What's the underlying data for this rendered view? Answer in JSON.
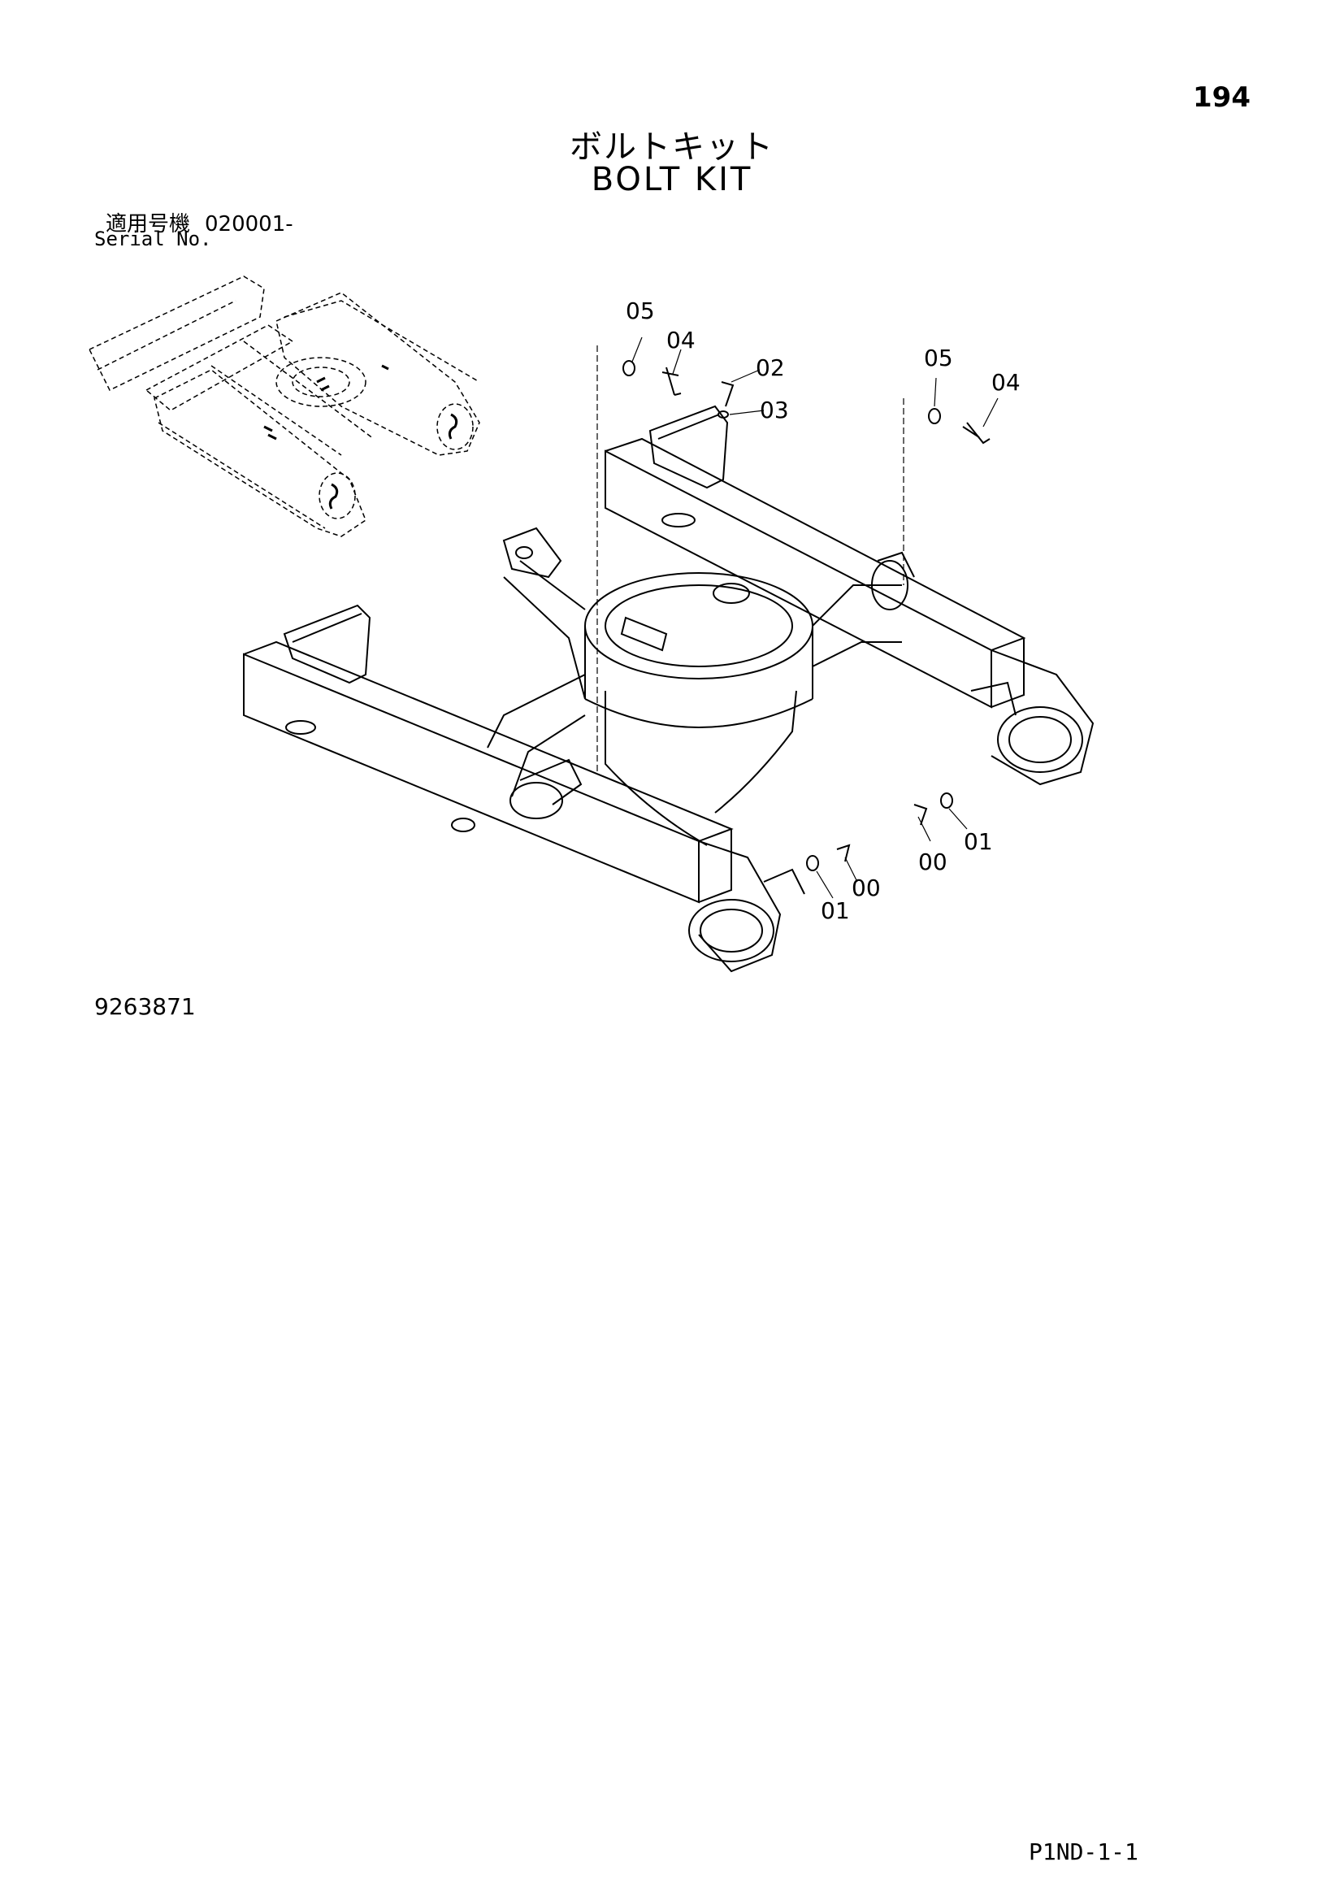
{
  "header": {
    "page_number": "194",
    "title_ja": "ボルトキット",
    "title_en": "BOLT KIT"
  },
  "serial": {
    "label_ja": "適用号機",
    "label_en": "Serial No.",
    "value": "020001-"
  },
  "diagram": {
    "callouts": [
      "05",
      "04",
      "02",
      "03",
      "05",
      "04",
      "00",
      "01",
      "01",
      "00"
    ]
  },
  "footer": {
    "drawing_number": "9263871",
    "page_code": "P1ND-1-1"
  }
}
